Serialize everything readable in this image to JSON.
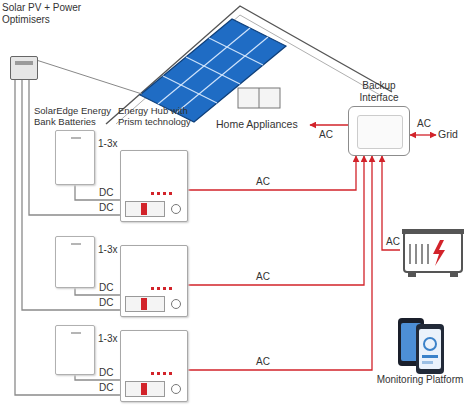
{
  "diagram": {
    "nodes": [
      {
        "text": [
          "Solar PV + Power Optimisers"
        ]
      },
      {
        "text": [
          "Home Appliances"
        ]
      },
      {
        "text": [
          "Backup Interface"
        ]
      },
      {
        "text": [
          "Grid"
        ]
      },
      {
        "text": [
          "SolarEdge Energy Bank Batteries",
          "1-3x"
        ]
      },
      {
        "text": [
          "Energy Hub with Prism technology"
        ]
      },
      {
        "text": []
      },
      {
        "text": [
          "1-3x"
        ]
      },
      {
        "text": []
      },
      {
        "text": [
          "1-3x"
        ]
      },
      {
        "text": []
      },
      {
        "text": [
          "Monitoring Platform"
        ]
      }
    ],
    "edges": [
      {
        "from": 4,
        "to": 5,
        "label": "DC",
        "arrow": "none"
      },
      {
        "from": 0,
        "to": 5,
        "label": "DC",
        "arrow": "none"
      },
      {
        "from": 5,
        "to": 2,
        "label": "AC",
        "arrow": "to"
      },
      {
        "from": 7,
        "to": 8,
        "label": "DC",
        "arrow": "none"
      },
      {
        "from": 0,
        "to": 8,
        "label": "DC",
        "arrow": "none"
      },
      {
        "from": 8,
        "to": 2,
        "label": "AC",
        "arrow": "to"
      },
      {
        "from": 9,
        "to": 10,
        "label": "DC",
        "arrow": "none"
      },
      {
        "from": 0,
        "to": 10,
        "label": "DC",
        "arrow": "none"
      },
      {
        "from": 10,
        "to": 2,
        "label": "AC",
        "arrow": "to"
      },
      {
        "from": 2,
        "to": 1,
        "label": "AC",
        "arrow": "to"
      },
      {
        "from": 2,
        "to": 3,
        "label": "AC",
        "arrow": "both"
      },
      {
        "from": 6,
        "to": 2,
        "label": "AC",
        "arrow": "to"
      }
    ]
  }
}
